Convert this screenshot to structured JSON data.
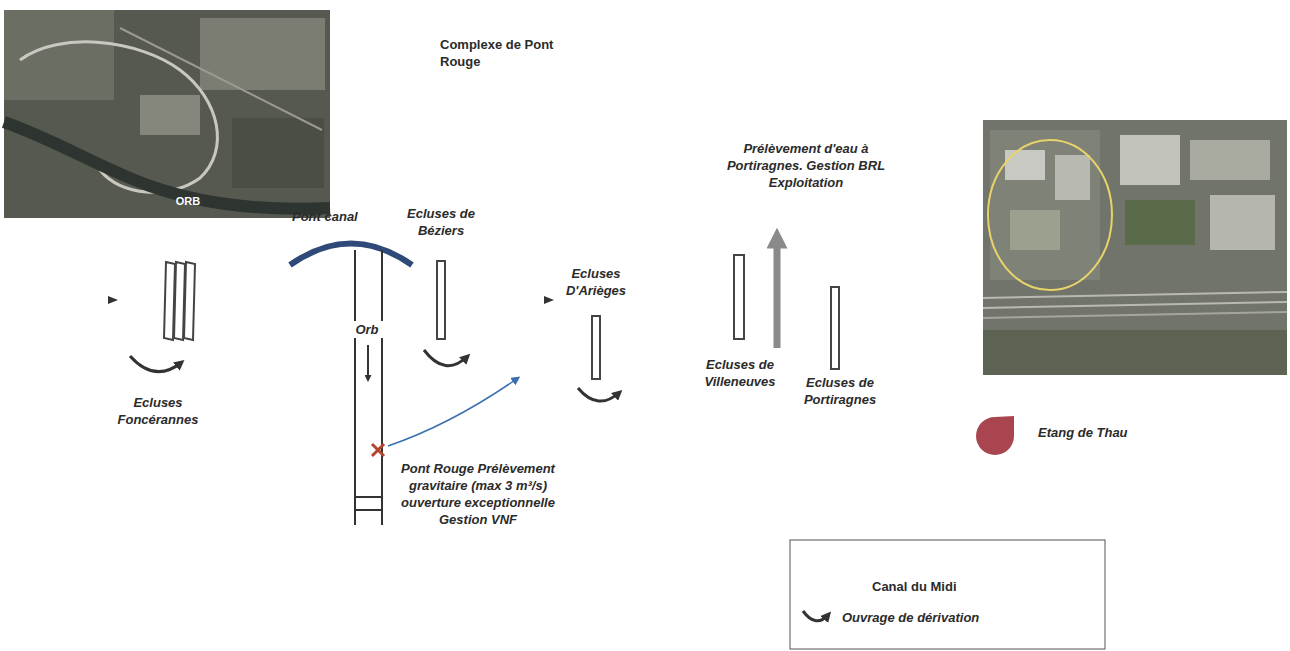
{
  "diagram": {
    "nodes": [
      {
        "text": [
          "Ecluses Foncérannes"
        ]
      },
      {
        "text": [
          "Ecluses de Béziers"
        ]
      },
      {
        "text": [
          "Ecluses D'Arièges"
        ]
      },
      {
        "text": [
          "Ecluses de Villeneuves"
        ]
      },
      {
        "text": [
          "Ecluses de Portiragnes"
        ]
      },
      {
        "text": [
          "Etang de Thau"
        ]
      }
    ],
    "labels": [
      "Complexe de Pont Rouge",
      "ORB",
      "Pont canal",
      "Orb",
      "Pont Rouge Prélèvement gravitaire (max 3 m³/s) ouverture exceptionnelle Gestion VNF",
      "Prélèvement d'eau à Portiragnes. Gestion BRL Exploitation",
      "Canal du Midi"
    ],
    "legend": [
      {
        "text": "Ouvrage de dérivation"
      }
    ]
  }
}
